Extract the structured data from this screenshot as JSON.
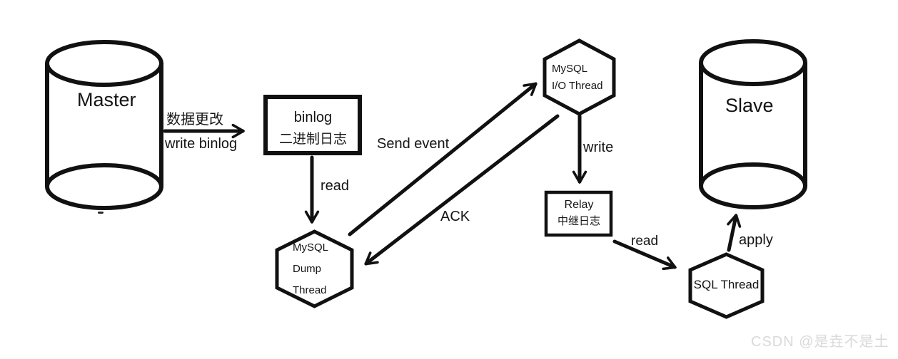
{
  "diagram": {
    "background_color": "#ffffff",
    "stroke_color": "#111111",
    "nodes": {
      "master": {
        "label": "Master"
      },
      "slave": {
        "label": "Slave"
      },
      "binlog": {
        "line1": "binlog",
        "line2": "二进制日志"
      },
      "relay": {
        "line1": "Relay",
        "line2": "中继日志"
      },
      "dump_thread": {
        "line1": "MySQL",
        "line2": "Dump",
        "line3": "Thread"
      },
      "io_thread": {
        "line1": "MySQL",
        "line2": "I/O Thread"
      },
      "sql_thread": {
        "label": "SQL Thread"
      }
    },
    "edges": {
      "master_to_binlog": {
        "label_line1": "数据更改",
        "label_line2": "write binlog"
      },
      "binlog_to_dump_thread": {
        "label": "read"
      },
      "dump_thread_to_io_thread": {
        "label": "Send event"
      },
      "io_thread_to_dump_thread": {
        "label": "ACK"
      },
      "io_thread_to_relay": {
        "label": "write"
      },
      "relay_to_sql_thread": {
        "label": "read"
      },
      "sql_thread_to_slave": {
        "label": "apply"
      }
    }
  },
  "watermark": {
    "text": "CSDN @是垚不是土",
    "color": "#d9d9d9"
  }
}
